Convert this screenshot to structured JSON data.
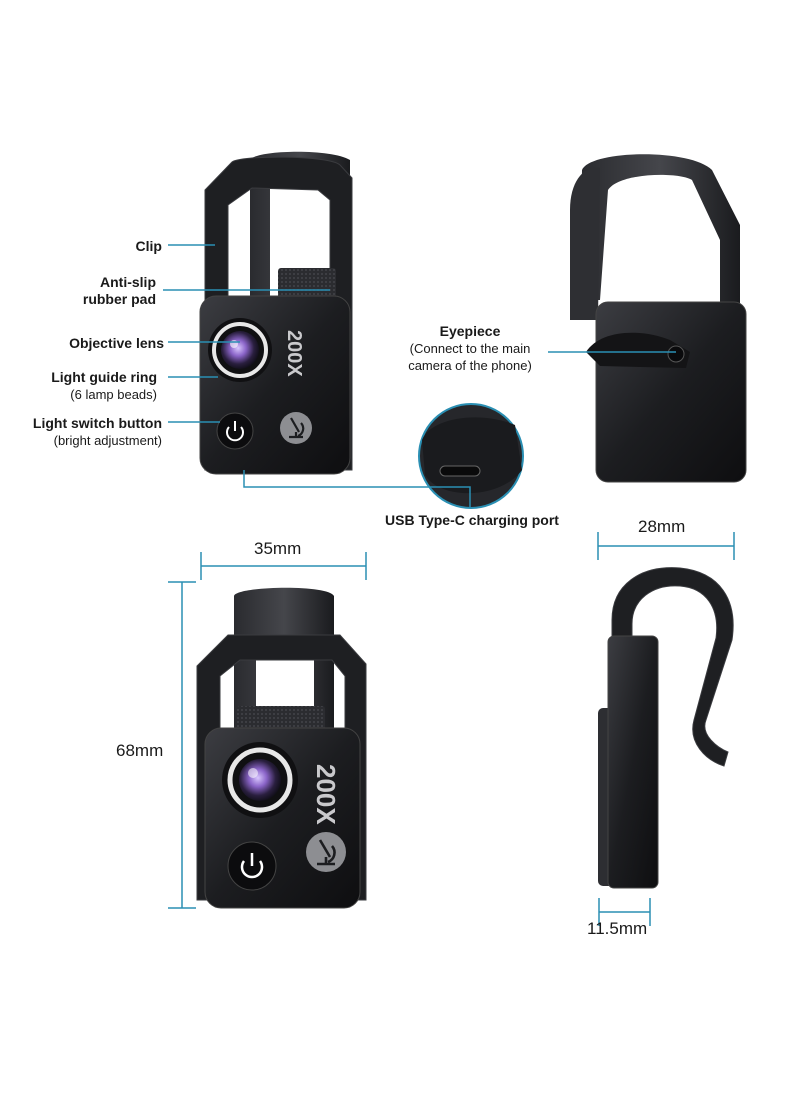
{
  "colors": {
    "accent": "#2a8fb3",
    "device": "#1c1d20",
    "device_edge": "#3a3b3f",
    "lens_purple": "#8a64c8"
  },
  "callouts": {
    "clip": "Clip",
    "anti_slip_line1": "Anti-slip",
    "anti_slip_line2": "rubber pad",
    "objective_lens": "Objective lens",
    "light_ring_line1": "Light guide ring",
    "light_ring_line2": "(6 lamp beads)",
    "light_switch_line1": "Light switch button",
    "light_switch_line2": "(bright adjustment)",
    "eyepiece": "Eyepiece",
    "eyepiece_sub_line1": "(Connect to the main",
    "eyepiece_sub_line2": "camera of the phone)",
    "usb_port": "USB Type-C charging port"
  },
  "device": {
    "magnification": "200X"
  },
  "dimensions": {
    "width": "35mm",
    "height": "68mm",
    "depth": "28mm",
    "thickness": "11.5mm"
  },
  "icons": [
    "power-icon",
    "microscope-icon",
    "usb-c-port-icon"
  ]
}
